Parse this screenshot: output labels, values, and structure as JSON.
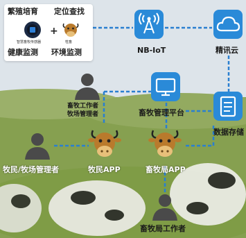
{
  "card": {
    "top_left": "繁殖培育",
    "top_right": "定位查找",
    "device_caption": "智慧畜牧传感器",
    "cow_caption": "牲畜",
    "plus_sign": "+",
    "bottom_left": "健康监测",
    "bottom_right": "环境监测"
  },
  "nodes": {
    "nbiot": "NB-IoT",
    "cloud": "精讯云",
    "platform": "畜牧管理平台",
    "storage": "数据存储",
    "herder_staff_line1": "畜牧工作者",
    "herder_staff_line2": "牧场管理者",
    "herdsman_manager": "牧民/牧场管理者",
    "herdsman_app": "牧民APP",
    "bureau_app": "畜牧局APP",
    "bureau_worker": "畜牧局工作者"
  },
  "colors": {
    "accent_blue": "#2a8ad8",
    "cow_brown": "#b97a2c",
    "person_gray": "#4a4a4a"
  }
}
